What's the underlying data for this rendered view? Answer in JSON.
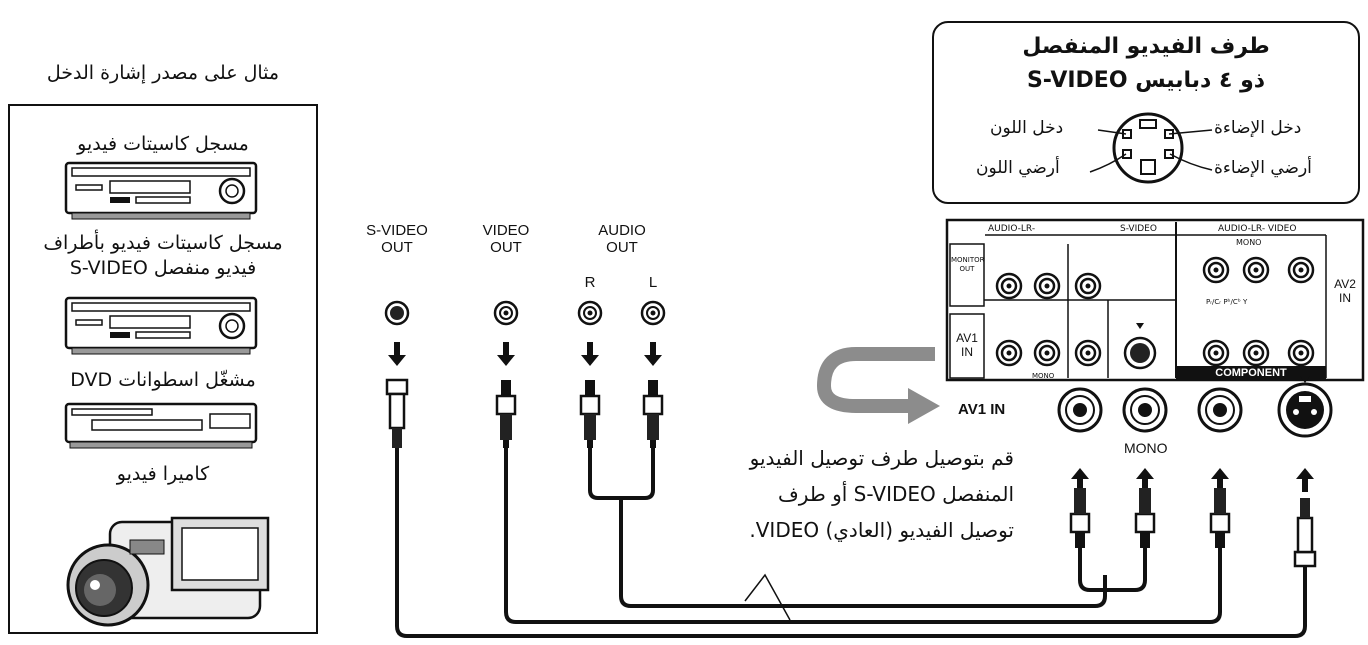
{
  "source_panel": {
    "title": "مثال على مصدر إشارة الدخل",
    "devices": [
      {
        "label": "مسجل كاسيتات فيديو"
      },
      {
        "label": "مسجل كاسيتات فيديو بأطراف\nفيديو منفصل S-VIDEO"
      },
      {
        "label": "مشغّل اسطوانات DVD"
      },
      {
        "label": "كاميرا فيديو"
      }
    ]
  },
  "svideo_terminal": {
    "title_line1": "طرف الفيديو المنفصل",
    "title_line2": "S-VIDEO ذو ٤ دبابيس",
    "pins": {
      "luminance_input": "دخل الإضاءة",
      "chroma_input": "دخل اللون",
      "luminance_ground": "أرضي الإضاءة",
      "chroma_ground": "أرضي اللون"
    }
  },
  "source_outputs": {
    "svideo_out": "S-VIDEO\nOUT",
    "video_out": "VIDEO\nOUT",
    "audio_out": "AUDIO\nOUT",
    "right": "R",
    "left": "L"
  },
  "tv_panel": {
    "audio_lr": "AUDIO-LR-",
    "s_video": "S-VIDEO",
    "audio_video_right": "AUDIO-LR- VIDEO",
    "monitor_out": "MONITOR\nOUT",
    "mono_top": "MONO",
    "pr_pb_y": "Pᵣ/Cᵣ  Pᵇ/Cᵇ  Y",
    "av1_in": "AV1\nIN",
    "mono_bottom": "MONO",
    "component": "COMPONENT",
    "av2_in": "AV2\nIN"
  },
  "av1_label": "AV1 IN",
  "mono_label": "MONO",
  "instruction": {
    "line1": "قم بتوصيل طرف توصيل الفيديو",
    "line2": "المنفصل S-VIDEO أو طرف",
    "line3": "توصيل الفيديو (العادي) VIDEO."
  }
}
